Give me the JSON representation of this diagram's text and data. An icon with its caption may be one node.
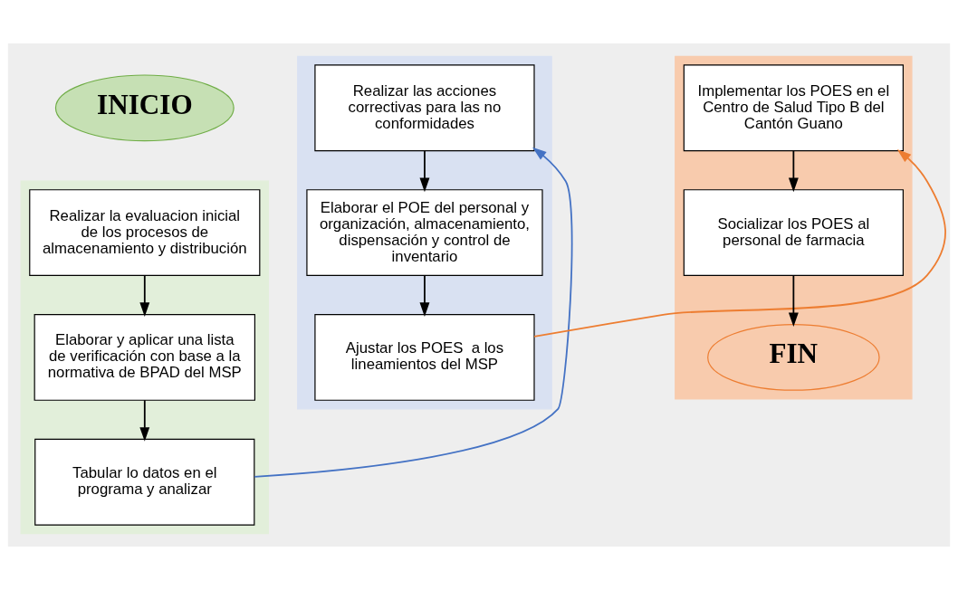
{
  "diagram": {
    "nodes": [
      {
        "text": [
          "INICIO"
        ]
      },
      {
        "text": [],
        "shape": "box"
      },
      {
        "text": [
          "Realizar la evaluacion inicial de los procesos de almacenamiento y distribución"
        ],
        "in": 1
      },
      {
        "text": [
          "Elaborar y aplicar una lista de verificación con base a la normativa de BPAD del MSP"
        ],
        "in": 1
      },
      {
        "text": [
          "Tabular lo datos en el programa y analizar"
        ],
        "in": 1
      },
      {
        "text": [],
        "shape": "box"
      },
      {
        "text": [
          "Realizar las acciones correctivas para las no conformidades"
        ],
        "in": 5
      },
      {
        "text": [
          "Elaborar el POE del personal y organización, almacenamiento, dispensación y control de inventario"
        ],
        "in": 5
      },
      {
        "text": [
          "Ajustar los POES  a los lineamientos del MSP"
        ],
        "in": 5
      },
      {
        "text": [],
        "shape": "box"
      },
      {
        "text": [
          "Implementar los POES en el Centro de Salud Tipo B del Cantón Guano"
        ],
        "in": 9
      },
      {
        "text": [
          "Socializar los POES al personal de farmacia"
        ],
        "in": 9
      },
      {
        "text": [
          "FIN"
        ],
        "in": 9
      }
    ],
    "edges": [
      {
        "from": 2,
        "to": 3,
        "arrow": "to"
      },
      {
        "from": 3,
        "to": 4,
        "arrow": "to"
      },
      {
        "from": 4,
        "to": 6,
        "arrow": "to",
        "color": "#4472c4"
      },
      {
        "from": 6,
        "to": 7,
        "arrow": "to"
      },
      {
        "from": 7,
        "to": 8,
        "arrow": "to"
      },
      {
        "from": 8,
        "to": 10,
        "arrow": "to",
        "color": "#ed7d31"
      },
      {
        "from": 10,
        "to": 11,
        "arrow": "to"
      },
      {
        "from": 11,
        "to": 12,
        "arrow": "to"
      }
    ]
  }
}
